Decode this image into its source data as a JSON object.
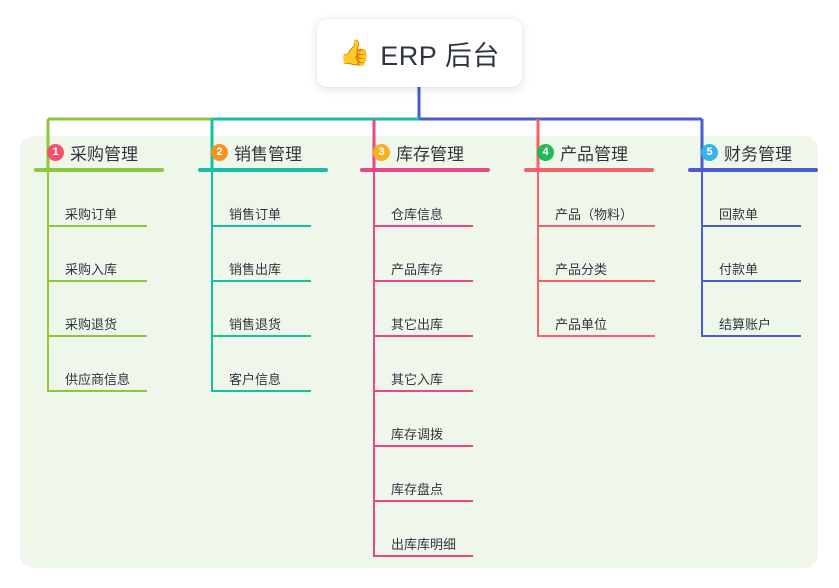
{
  "root": {
    "emoji": "👍",
    "emoji_name": "thumbs-up-icon",
    "title": "ERP 后台"
  },
  "canvas": {
    "background": "#ffffff",
    "panel_background": "#eef7e9"
  },
  "branches": [
    {
      "number": "1",
      "title": "采购管理",
      "color": "#8DC63F",
      "badge_color": "#F4516C",
      "items": [
        "采购订单",
        "采购入库",
        "采购退货",
        "供应商信息"
      ]
    },
    {
      "number": "2",
      "title": "销售管理",
      "color": "#17BFA6",
      "badge_color": "#F7941E",
      "items": [
        "销售订单",
        "销售出库",
        "销售退货",
        "客户信息"
      ]
    },
    {
      "number": "3",
      "title": "库存管理",
      "color": "#E8488B",
      "badge_color": "#F5B324",
      "items": [
        "仓库信息",
        "产品库存",
        "其它出库",
        "其它入库",
        "库存调拨",
        "库存盘点",
        "出库库明细"
      ]
    },
    {
      "number": "4",
      "title": "产品管理",
      "color": "#F4616B",
      "badge_color": "#22BA56",
      "items": [
        "产品（物料）",
        "产品分类",
        "产品单位"
      ]
    },
    {
      "number": "5",
      "title": "财务管理",
      "color": "#4A5BD4",
      "badge_color": "#35B4E8",
      "items": [
        "回款单",
        "付款单",
        "结算账户"
      ]
    }
  ]
}
